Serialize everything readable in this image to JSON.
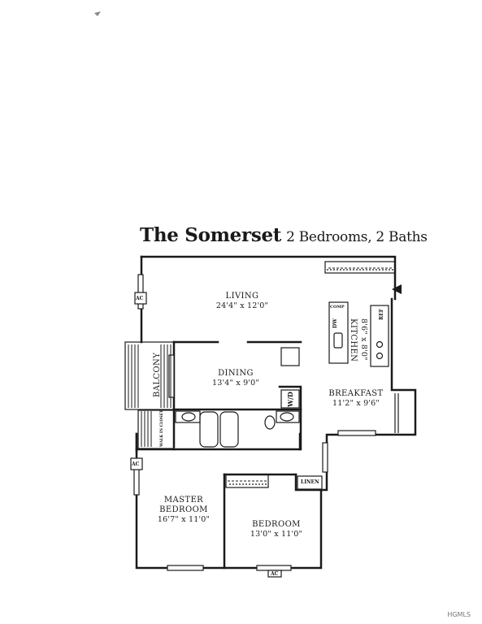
{
  "plan": {
    "name": "The Somerset",
    "summary": "2 Bedrooms, 2 Baths",
    "rooms": {
      "living": {
        "label": "LIVING",
        "dims": "24'4\" x 12'0\""
      },
      "dining": {
        "label": "DINING",
        "dims": "13'4\" x 9'0\""
      },
      "kitchen": {
        "label": "KITCHEN",
        "dims": "8'6\" x 8'0\""
      },
      "breakfast": {
        "label": "BREAKFAST",
        "dims": "11'2\" x 9'6\""
      },
      "master_bedroom": {
        "label_line1": "MASTER",
        "label_line2": "BEDROOM",
        "dims": "16'7\" x 11'0\""
      },
      "bedroom": {
        "label": "BEDROOM",
        "dims": "13'0\" x 11'0\""
      },
      "balcony": {
        "label": "BALCONY"
      }
    },
    "fixtures": {
      "ac": "AC",
      "washer_dryer": "W/D",
      "dishwasher": "DW",
      "compactor": "COMP",
      "refrigerator": "REF",
      "linen": "LINEN",
      "walk_in_closet": "WALK IN CLOSET"
    }
  },
  "watermark": "HGMLS"
}
